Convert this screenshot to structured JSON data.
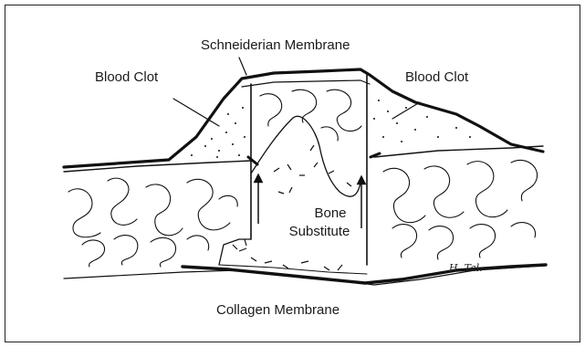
{
  "labels": {
    "schneiderian": "Schneiderian Membrane",
    "clot_left": "Blood Clot",
    "clot_right": "Blood Clot",
    "bone_line1": "Bone",
    "bone_line2": "Substitute",
    "collagen": "Collagen Membrane",
    "signature": "H. Tal."
  },
  "colors": {
    "line": "#111111",
    "background": "#ffffff"
  }
}
